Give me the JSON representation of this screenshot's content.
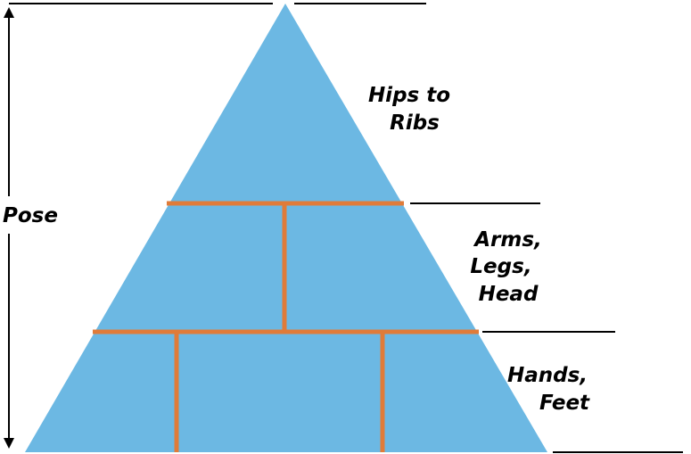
{
  "colors": {
    "pyramid_fill": "#6cb8e3",
    "divider": "#e07b39",
    "lines": "#000000"
  },
  "axis": {
    "label": "Pose"
  },
  "tiers": [
    {
      "label_lines": [
        "Hips to",
        "Ribs"
      ]
    },
    {
      "label_lines": [
        "Arms,",
        "Legs,",
        "Head"
      ]
    },
    {
      "label_lines": [
        "Hands,",
        "Feet"
      ]
    }
  ]
}
